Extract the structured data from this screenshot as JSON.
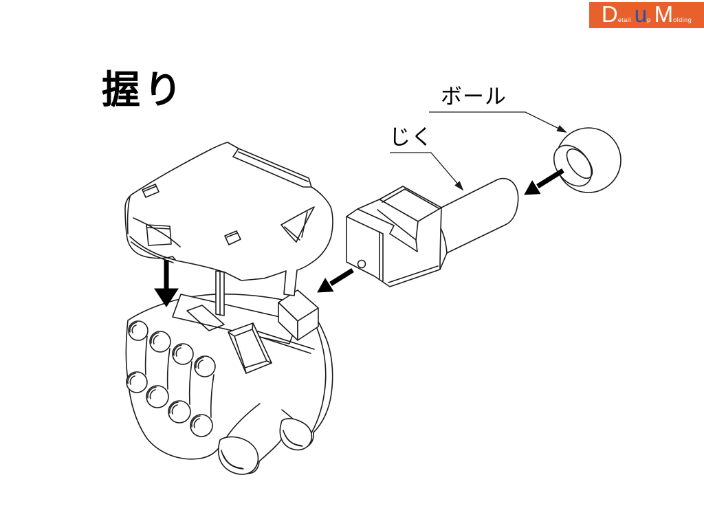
{
  "page": {
    "bg": "#FFFFFF"
  },
  "logo": {
    "bg": "#E8602C",
    "fg": "#FFFFFF",
    "accent": "#2B4FA3",
    "seg_d": "D",
    "seg_etail": "etail",
    "seg_u": "u",
    "seg_p": "p",
    "seg_m": "M",
    "seg_olding": "olding"
  },
  "title": "握り",
  "labels": {
    "ball": "ボール",
    "shaft": "じく"
  },
  "diagram": {
    "line": "#1A1A1A",
    "arrow": "#000000",
    "parts": {
      "cover": "upper-cover-shell",
      "grip": "fist-grip-assembly",
      "shaft": "clevis-shaft",
      "ball": "ball"
    }
  }
}
